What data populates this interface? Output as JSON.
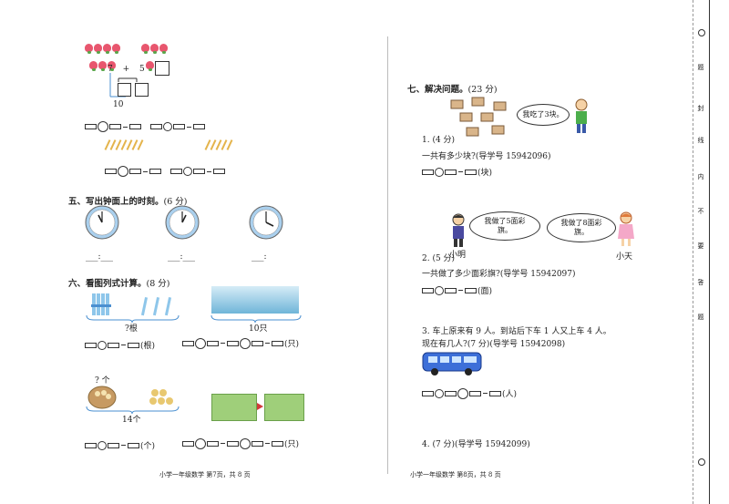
{
  "left": {
    "peach_eq": {
      "a": "7",
      "op": "+",
      "b": "5",
      "eq": "=",
      "ten": "10"
    },
    "section5": {
      "title": "五、写出钟面上的时刻。",
      "score": "(6 分)",
      "blank1": "___:___",
      "blank2": "___:___",
      "blank3": "___:"
    },
    "section6": {
      "title": "六、看图列式计算。",
      "score": "(8 分)",
      "q1_label": "?根",
      "q1_unit": "(根)",
      "q2_label": "10只",
      "q2_unit": "(只)",
      "q3_top": "? 个",
      "q3_label": "14个",
      "q3_unit": "(个)",
      "q4_unit": "(只)"
    },
    "footer": "小学一年级数学  第7页，共 8 页"
  },
  "right": {
    "section7": {
      "title": "七、解决问题。",
      "score": "(23 分)"
    },
    "p1": {
      "bubble": "我吃了3块。",
      "num": "1. (4 分)",
      "question": "一共有多少块?(导学号 15942096)",
      "unit": "(块)"
    },
    "p2": {
      "bubble1": "我做了5面彩旗。",
      "bubble2": "我做了8面彩旗。",
      "name1": "小明",
      "name2": "小天",
      "num": "2. (5 分)",
      "question": "一共做了多少面彩旗?(导学号 15942097)",
      "unit": "(面)"
    },
    "p3": {
      "line1": "3. 车上原来有 9 人。到站后下车 1 人又上车 4 人。",
      "line2": "现在有几人?(7 分)(导学号 15942098)",
      "unit": "(人)"
    },
    "p4": {
      "text": "4. (7 分)(导学号 15942099)"
    },
    "footer": "小学一年级数学  第8页，共 8 页"
  },
  "binding": {
    "chars": [
      "题",
      "封",
      "线",
      "内",
      "不",
      "要",
      "答",
      "题"
    ]
  }
}
